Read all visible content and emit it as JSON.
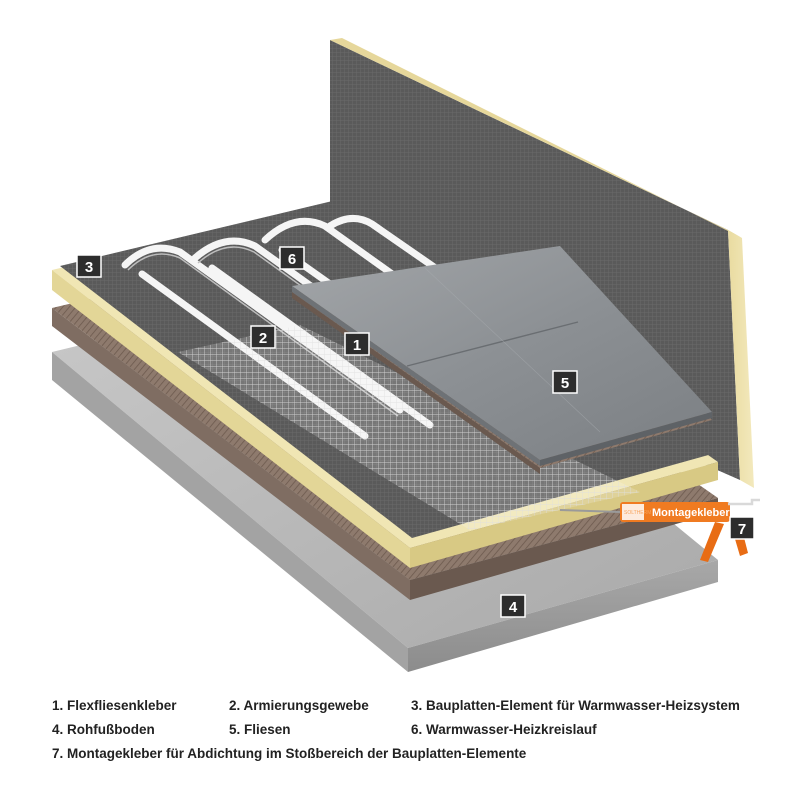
{
  "colors": {
    "badge": "#2d2d2d",
    "insulation": "#efe5b0",
    "concrete": "#b9b9b9",
    "board_grid": "#5c5c5c",
    "tile": "#8f9397",
    "pipe": "#f4f4f4",
    "gun_orange": "#f07b21"
  },
  "callouts": [
    {
      "number": "1"
    },
    {
      "number": "2"
    },
    {
      "number": "3"
    },
    {
      "number": "4"
    },
    {
      "number": "5"
    },
    {
      "number": "6"
    },
    {
      "number": "7"
    }
  ],
  "caulk_gun": {
    "label": "Montagekleber",
    "brand": "SOLTHERM"
  },
  "legend": [
    "1. Flexfliesenkleber",
    "2. Armierungsgewebe",
    "3. Bauplatten-Element für Warmwasser-Heizsystem",
    "4. Rohfußboden",
    "5. Fliesen",
    "6. Warmwasser-Heizkreislauf",
    "7. Montagekleber für Abdichtung im Stoßbereich der Bauplatten-Elemente"
  ]
}
